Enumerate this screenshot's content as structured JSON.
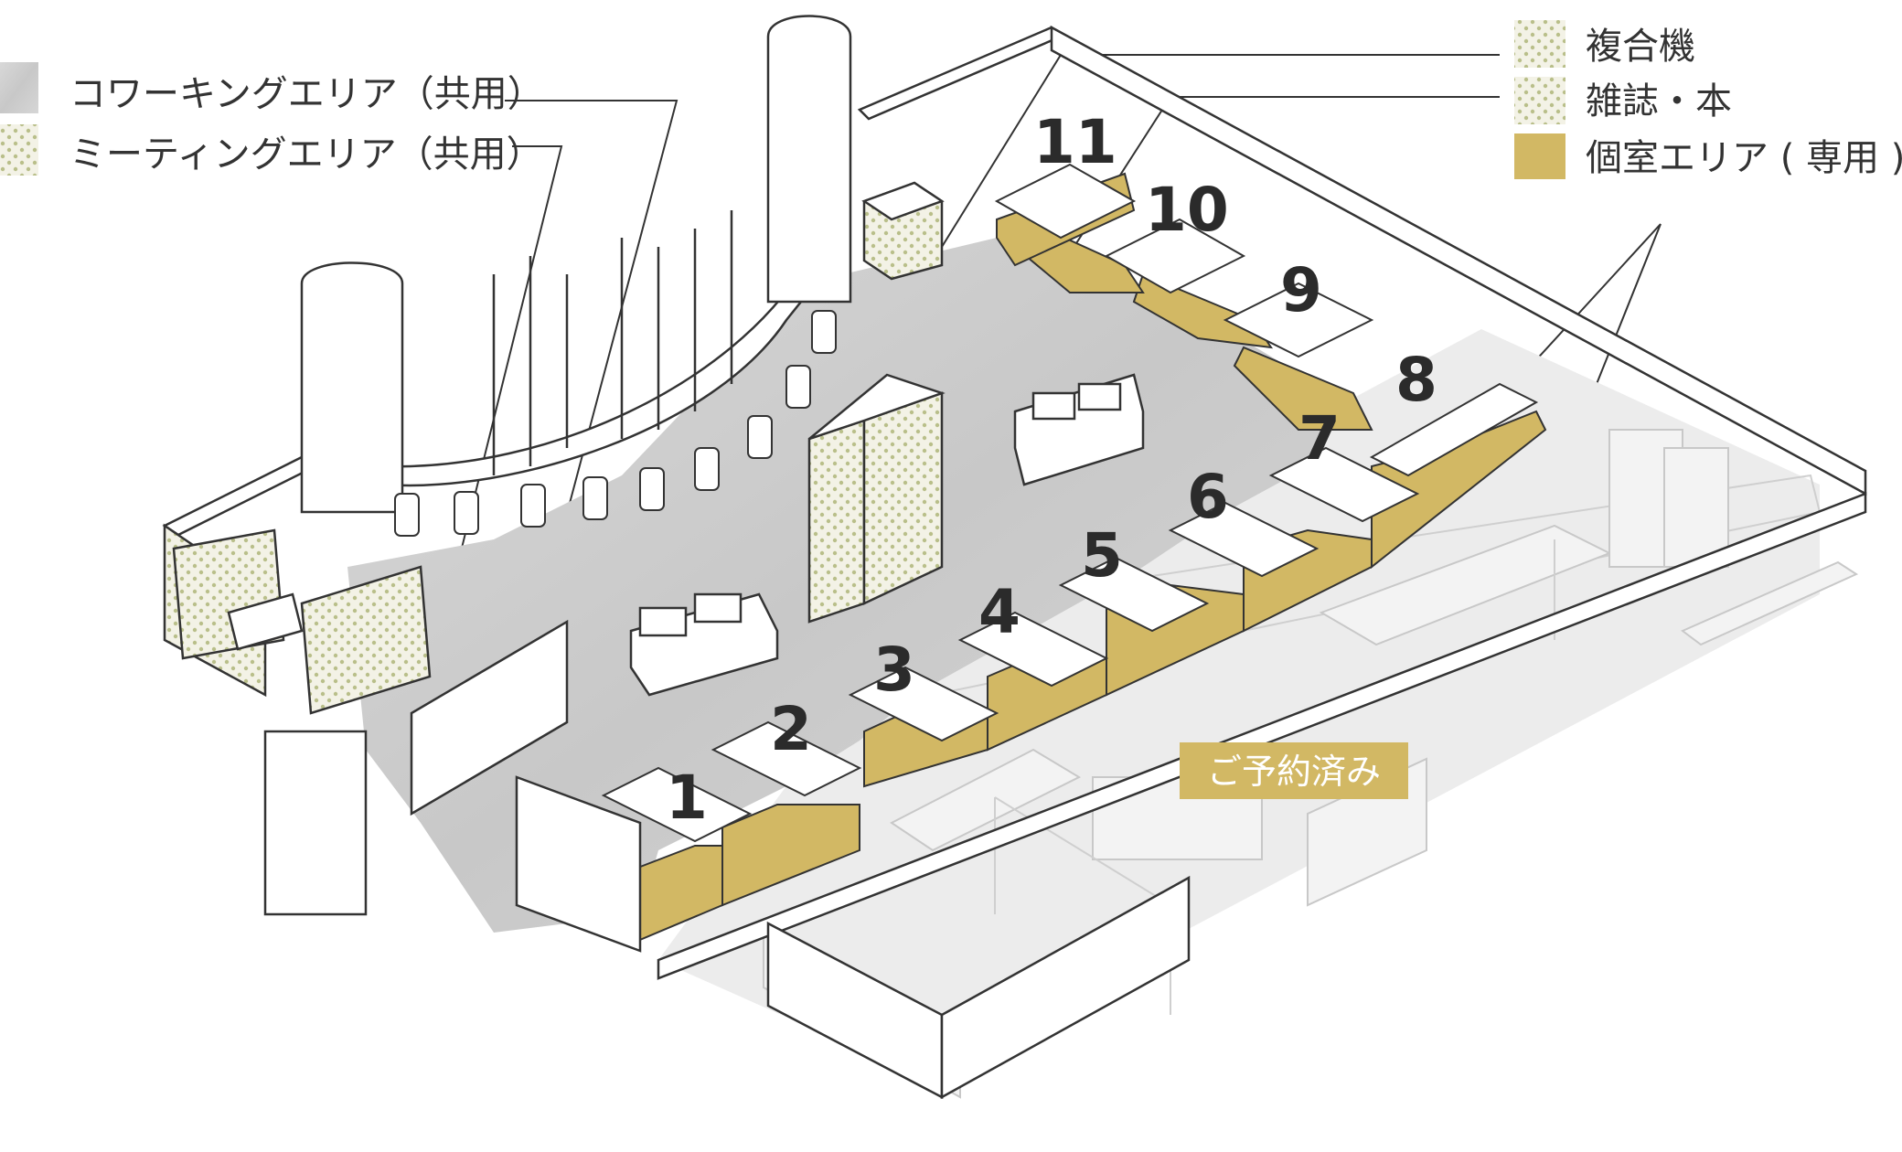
{
  "legend_left": [
    {
      "label": "コワーキングエリア（共用）",
      "swatch": "gray"
    },
    {
      "label": "ミーティングエリア（共用）",
      "swatch": "dots"
    }
  ],
  "legend_right": [
    {
      "label": "複合機",
      "swatch": "dots"
    },
    {
      "label": "雑誌・本",
      "swatch": "dots"
    },
    {
      "label": "個室エリア ( 専用 )",
      "swatch": "gold"
    }
  ],
  "rooms": [
    "1",
    "2",
    "3",
    "4",
    "5",
    "6",
    "7",
    "8",
    "9",
    "10",
    "11"
  ],
  "reserved_label": "ご予約済み",
  "colors": {
    "gold": "#d2b864",
    "gold_dark": "#c5a94e",
    "gray_floor": "#cfcfcf",
    "dot": "#b9bf8a",
    "line": "#333333",
    "faded": "#e9e9e9"
  }
}
